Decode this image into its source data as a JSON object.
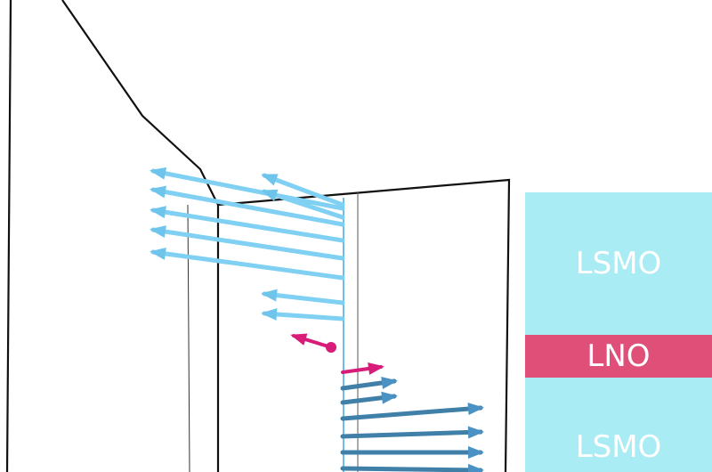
{
  "colors": {
    "lsmo_layer": "#a9ecf4",
    "lno_layer": "#df4f78",
    "light_arrow": "#7fd0f2",
    "light_arrow_head": "#6fc4ec",
    "dark_arrow": "#3f7fa8",
    "dark_arrow_head": "#4a92c4",
    "magenta_arrow": "#d81c79",
    "outline": "#111111"
  },
  "layers": [
    {
      "label": "LSMO",
      "color": "#a9ecf4"
    },
    {
      "label": "LNO",
      "color": "#df4f78"
    },
    {
      "label": "LSMO",
      "color": "#a9ecf4"
    }
  ],
  "arrows": [
    {
      "group": "light-long",
      "direction": "left"
    },
    {
      "group": "light-long",
      "direction": "left"
    },
    {
      "group": "light-long",
      "direction": "left"
    },
    {
      "group": "light-long",
      "direction": "left"
    },
    {
      "group": "light-long",
      "direction": "left"
    },
    {
      "group": "light-short",
      "direction": "left"
    },
    {
      "group": "light-short",
      "direction": "left"
    },
    {
      "group": "light-short",
      "direction": "left"
    },
    {
      "group": "light-short",
      "direction": "left"
    },
    {
      "group": "magenta",
      "direction": "left"
    },
    {
      "group": "magenta",
      "direction": "right"
    },
    {
      "group": "dark-short",
      "direction": "right"
    },
    {
      "group": "dark-short",
      "direction": "right"
    },
    {
      "group": "dark-long",
      "direction": "right"
    },
    {
      "group": "dark-long",
      "direction": "right"
    },
    {
      "group": "dark-long",
      "direction": "right"
    },
    {
      "group": "dark-long",
      "direction": "right"
    }
  ]
}
